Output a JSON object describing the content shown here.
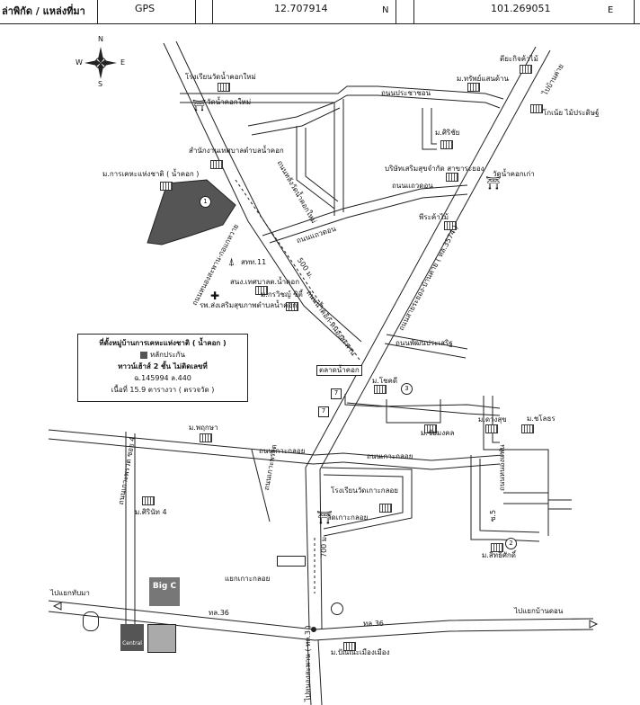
{
  "header": {
    "location_label": "ล่าพิกัด / แหล่งที่มา",
    "source_value": "GPS",
    "latitude": "12.707914",
    "lat_unit": "N",
    "longitude": "101.269051",
    "lon_unit": "E"
  },
  "compass": {
    "n": "N",
    "e": "E",
    "s": "S",
    "w": "W"
  },
  "labels": {
    "school_namkhok_mai": "โรงเรียนวัดน้ำคอกใหม่",
    "wat_namkhok_mai": "วัดน้ำคอกใหม่",
    "ban_supply_office": "ตียะกิจค้าไม้",
    "to_ban_khai": "ไปบ้านค่าย",
    "m_sap_saen": "ม.ทรัพย์แสนด้าน",
    "prachachon_rd": "ถนนประชาชอน",
    "wood_shop": "โกเน้ย ไม้ประดิษฐ์",
    "m_siriwat": "ม.ศิริชัย",
    "tambon_office": "สำนักงานเทศบาลตำบลน้ำคอก",
    "rd_behind_wat": "ถนนหลังวัดน้ำคอกใหม่",
    "company": "บริษัทเสริมสุขจำกัด สาขาระยอง",
    "wat_namkhok_kao": "วัดน้ำคอกเก่า",
    "m_kan_kheha": "ม.การเคหะแห่งชาติ ( น้ำคอก )",
    "rd_laeo_khon": "ถนนแถวดอน",
    "phi_khamai": "พีระค้าไม้",
    "rd_rayong_bankhai": "ถนนสายระยอง-บ้านค่าย ( ทล.3574 )",
    "rd_laeo_khon_2": "ถนนแถวดอน",
    "rd_sukhumvit_kohprao": "ถนนหนองสะพาน-กอแกหวาย",
    "tot": "สทท.11",
    "dist_500": "500 ม.",
    "health_center": "สนง.เทศบาลต.น้ำคอก",
    "m_kornwit": "ม.กรวิชญ์ ซิตี้",
    "hospital": "รพ.ส่งเสริมสุขภาพตำบลน้ำคอก",
    "rd_namkhok_nongsaphan": "ถนนน้ำคอก-หนองสะพาน",
    "rd_phatthana": "ถนนพัฒนประเสริฐ",
    "talad": "ตลาดน้ำคอก",
    "m_chokdee": "ม.โชคดี",
    "m_duang_suk": "ม.ดวงสุข",
    "m_chalerm": "ม.ชโลธร",
    "m_chai_mongkol": "ม.ชัยมงคล",
    "m_phruksa": "ม.พฤกษา",
    "rd_koh_kloy": "ถนนเกาะกลอย",
    "rd_koh_kloy_2": "ถนนเกาะกลอย",
    "rd_kohprao_soi4": "ถนนเกาะพรวด ซอย 4",
    "rd_kohprao_v": "ถนนเกาะพรวด",
    "m_siriphat": "ม.ศิรินัท 4",
    "school_kohkloy": "โรงเรียนวัดเกาะกลอย",
    "wat_kohkloy": "วัดเกาะกลอย",
    "dist_700": "700 ม.",
    "m_sitthisak": "ม.สิทธิศักดิ์",
    "soi_5": "ซ.5",
    "rd_nong_va": "ถนนหนองแฟน",
    "yaek_kohkloy": "แยกเกาะกลอย",
    "to_yaek_thapma": "ไปแยกทับมา",
    "hl36_left": "ทล.36",
    "hl36_right": "ทล.36",
    "to_yaek_bandon": "ไปแยกบ้านดอน",
    "m_pruksa_muang": "ม.ปัณณะเมืองเมือง",
    "to_nong_saphan": "ไปหนองสะพาน ( ทล.3 )",
    "big_c": "Big C",
    "central": "Central"
  },
  "infobox": {
    "line1": "ที่ตั้งหมู่บ้านการเคหะแห่งชาติ ( น้ำคอก )",
    "line2": "หลักประกัน",
    "line3": "ทาวน์เฮ้าส์ 2 ชั้น ไม่ติดเลขที่",
    "line4": "ฉ.145994 ล.440",
    "line5": "เนื้อที่ 15.9 ตารางวา ( ตรวจวัด )"
  },
  "markers": {
    "m1": "1",
    "m2": "2",
    "m3": "3"
  },
  "colors": {
    "ink": "#1a1a1a",
    "parcel": "#555555",
    "road": "#222222"
  }
}
